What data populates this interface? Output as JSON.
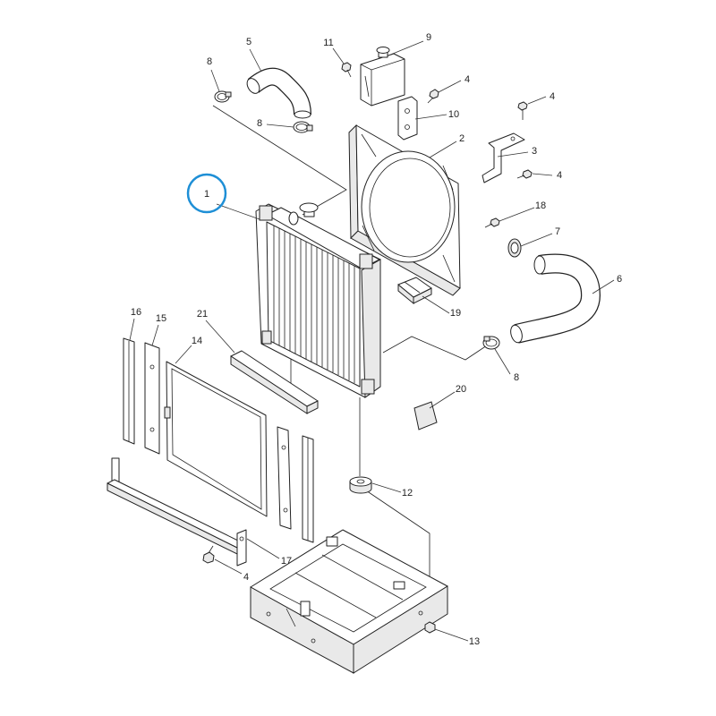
{
  "diagram": {
    "highlight_color": "#1e8fd6",
    "line_color": "#222222"
  },
  "callouts": [
    {
      "label": "1"
    },
    {
      "label": "2"
    },
    {
      "label": "3"
    },
    {
      "label": "4"
    },
    {
      "label": "4"
    },
    {
      "label": "4"
    },
    {
      "label": "4"
    },
    {
      "label": "5"
    },
    {
      "label": "6"
    },
    {
      "label": "7"
    },
    {
      "label": "8"
    },
    {
      "label": "8"
    },
    {
      "label": "8"
    },
    {
      "label": "9"
    },
    {
      "label": "10"
    },
    {
      "label": "11"
    },
    {
      "label": "12"
    },
    {
      "label": "13"
    },
    {
      "label": "14"
    },
    {
      "label": "15"
    },
    {
      "label": "16"
    },
    {
      "label": "17"
    },
    {
      "label": "18"
    },
    {
      "label": "19"
    },
    {
      "label": "20"
    },
    {
      "label": "21"
    }
  ]
}
